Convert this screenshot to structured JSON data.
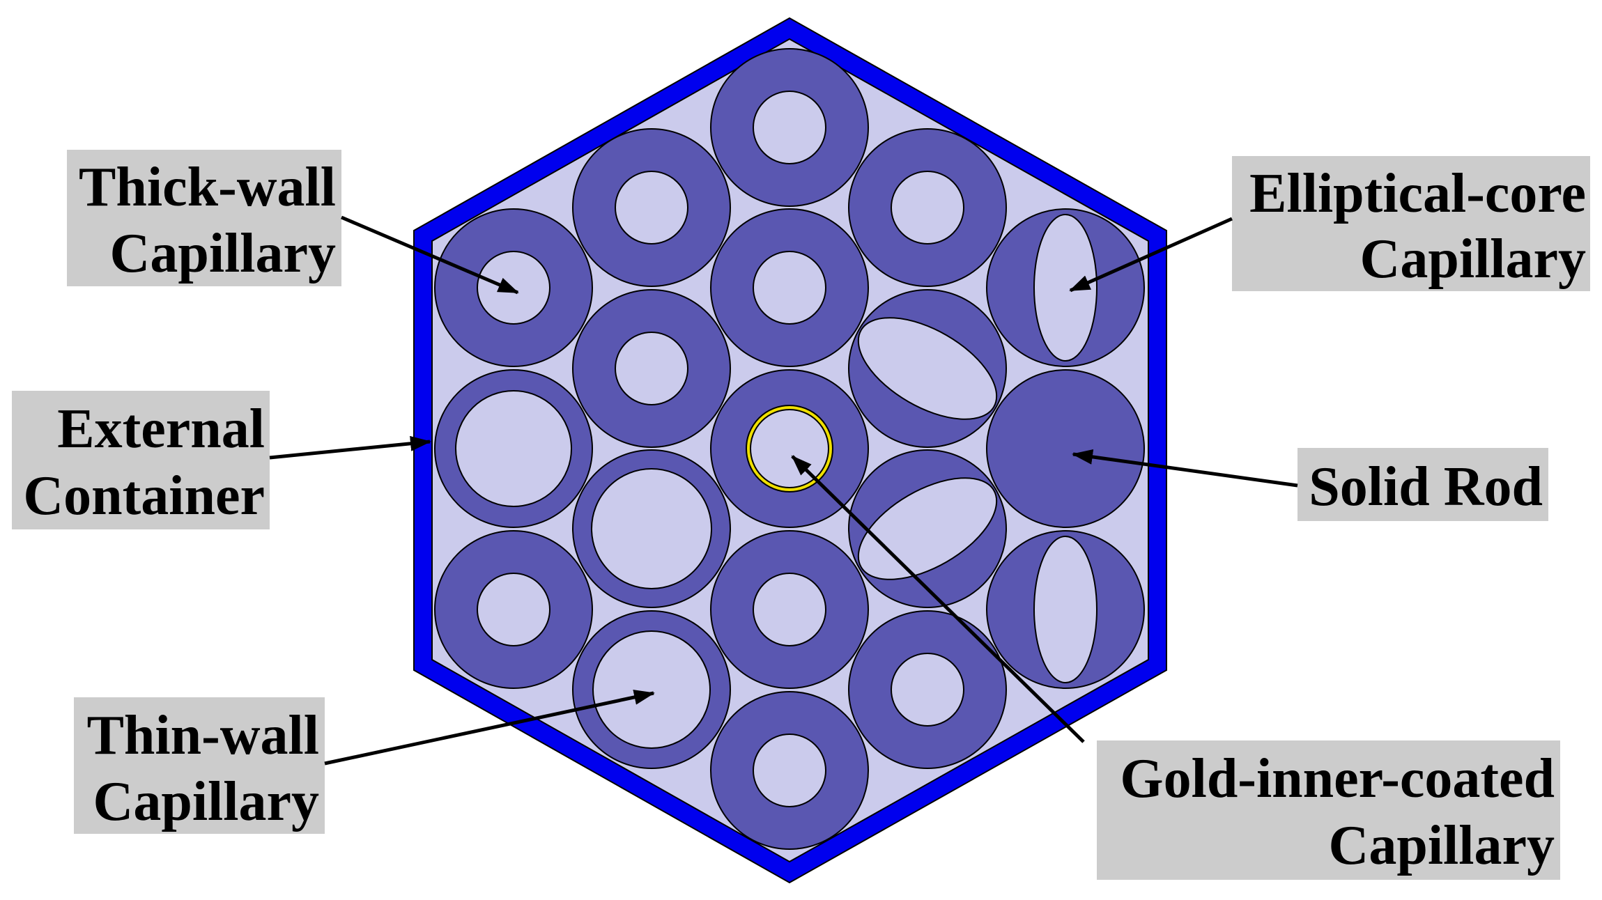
{
  "labels": {
    "thick_wall": [
      "Thick-wall",
      "Capillary"
    ],
    "external_container": [
      "External",
      "Container"
    ],
    "thin_wall": [
      "Thin-wall",
      "Capillary"
    ],
    "elliptical_core": [
      "Elliptical-core",
      "Capillary"
    ],
    "solid_rod": [
      "Solid Rod"
    ],
    "gold_coated": [
      "Gold-inner-coated",
      "Capillary"
    ]
  },
  "colors": {
    "container_border": "#0000ee",
    "background_fill": "#cbcbec",
    "capillary_wall": "#5a57b1",
    "capillary_core": "#cbcbec",
    "gold_coating": "#f0e000",
    "label_box": "#cccccc",
    "text": "#000000",
    "arrow": "#000000"
  },
  "icons": {
    "arrowhead": "arrowhead-icon"
  }
}
